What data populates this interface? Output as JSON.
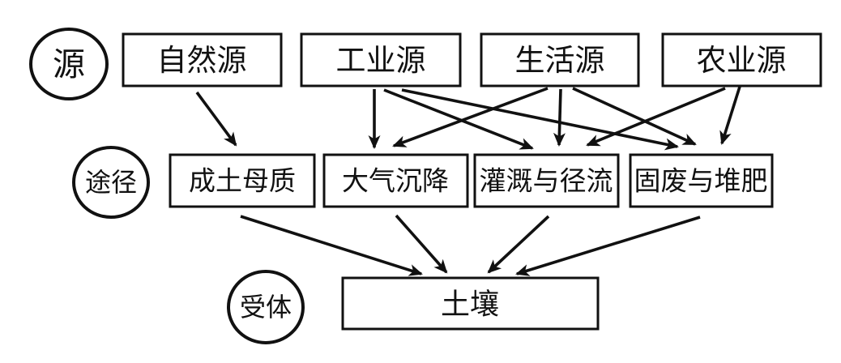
{
  "diagram": {
    "stages": [
      {
        "id": "source",
        "label": "源"
      },
      {
        "id": "pathway",
        "label": "途径"
      },
      {
        "id": "receptor",
        "label": "受体"
      }
    ],
    "sources": [
      {
        "id": "natural-source",
        "label": "自然源"
      },
      {
        "id": "industrial-source",
        "label": "工业源"
      },
      {
        "id": "domestic-source",
        "label": "生活源"
      },
      {
        "id": "agricultural-source",
        "label": "农业源"
      }
    ],
    "pathways": [
      {
        "id": "soil-parent-material",
        "label": "成土母质"
      },
      {
        "id": "atmospheric-deposition",
        "label": "大气沉降"
      },
      {
        "id": "irrigation-and-runoff",
        "label": "灌溉与径流"
      },
      {
        "id": "solid-waste-and-compost",
        "label": "固废与堆肥"
      }
    ],
    "receptors": [
      {
        "id": "soil",
        "label": "土壤"
      }
    ],
    "edges": [
      {
        "from": "自然源",
        "to": "成土母质"
      },
      {
        "from": "工业源",
        "to": "大气沉降"
      },
      {
        "from": "工业源",
        "to": "灌溉与径流"
      },
      {
        "from": "工业源",
        "to": "固废与堆肥"
      },
      {
        "from": "生活源",
        "to": "大气沉降"
      },
      {
        "from": "生活源",
        "to": "灌溉与径流"
      },
      {
        "from": "生活源",
        "to": "固废与堆肥"
      },
      {
        "from": "农业源",
        "to": "灌溉与径流"
      },
      {
        "from": "农业源",
        "to": "固废与堆肥"
      },
      {
        "from": "成土母质",
        "to": "土壤"
      },
      {
        "from": "大气沉降",
        "to": "土壤"
      },
      {
        "from": "灌溉与径流",
        "to": "土壤"
      },
      {
        "from": "固废与堆肥",
        "to": "土壤"
      }
    ],
    "colors": {
      "background": "#ffffff",
      "line": "#111111",
      "box_border": "#111111",
      "text": "#111111"
    }
  }
}
